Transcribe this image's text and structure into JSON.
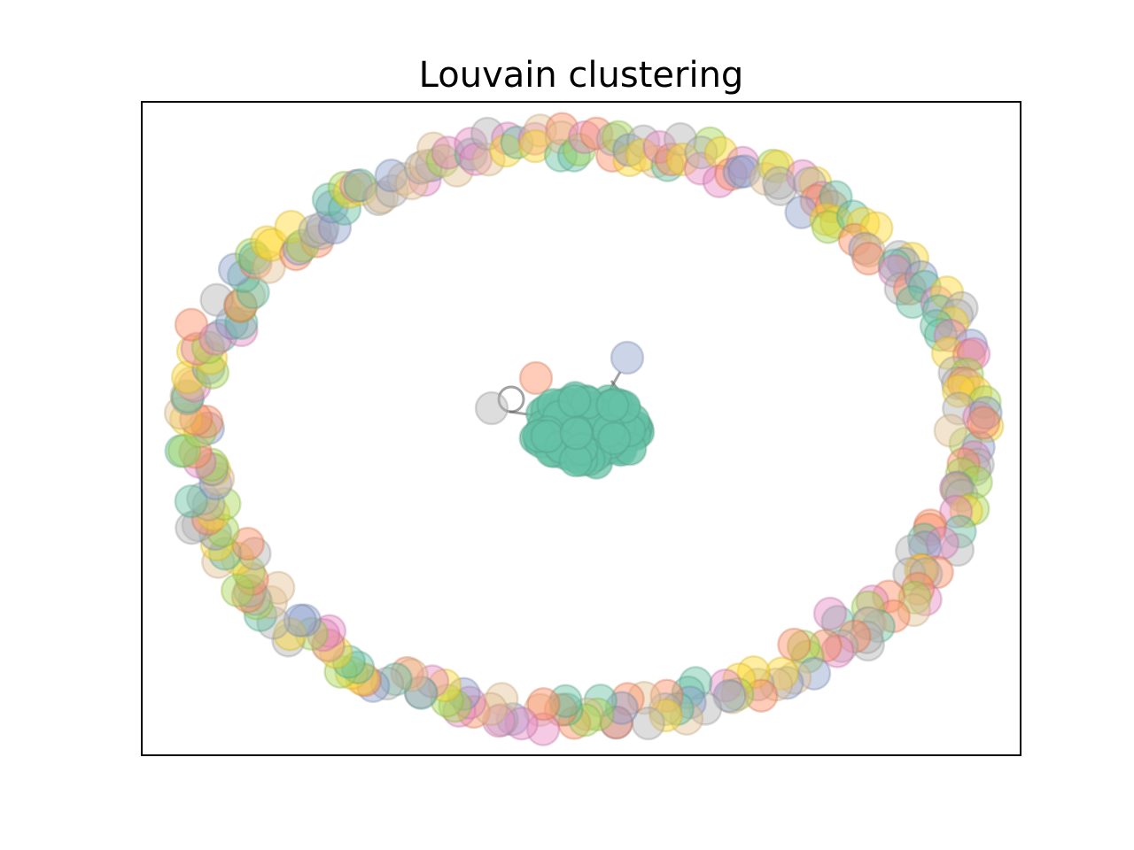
{
  "chart_data": {
    "type": "scatter",
    "title": "Louvain clustering",
    "xlabel": "",
    "ylabel": "",
    "axes": {
      "ticks": "none",
      "grid": false,
      "legend": "none"
    },
    "palette": [
      "#66c2a5",
      "#fc8d62",
      "#8da0cb",
      "#e78ac3",
      "#a6d854",
      "#ffd92f",
      "#e5c494",
      "#b3b3b3"
    ],
    "marker_opacity": 0.45,
    "layout": {
      "central_cluster": {
        "community_color": "#66c2a5",
        "approx_node_count": 90
      },
      "peripheral_ring": {
        "approx_node_count": 330,
        "community_colors": "mixed"
      },
      "outliers": [
        {
          "color": "#b3b3b3"
        },
        {
          "color": "#fc8d62"
        },
        {
          "color": "#8da0cb"
        },
        {
          "color": "#e78ac3"
        }
      ]
    }
  }
}
